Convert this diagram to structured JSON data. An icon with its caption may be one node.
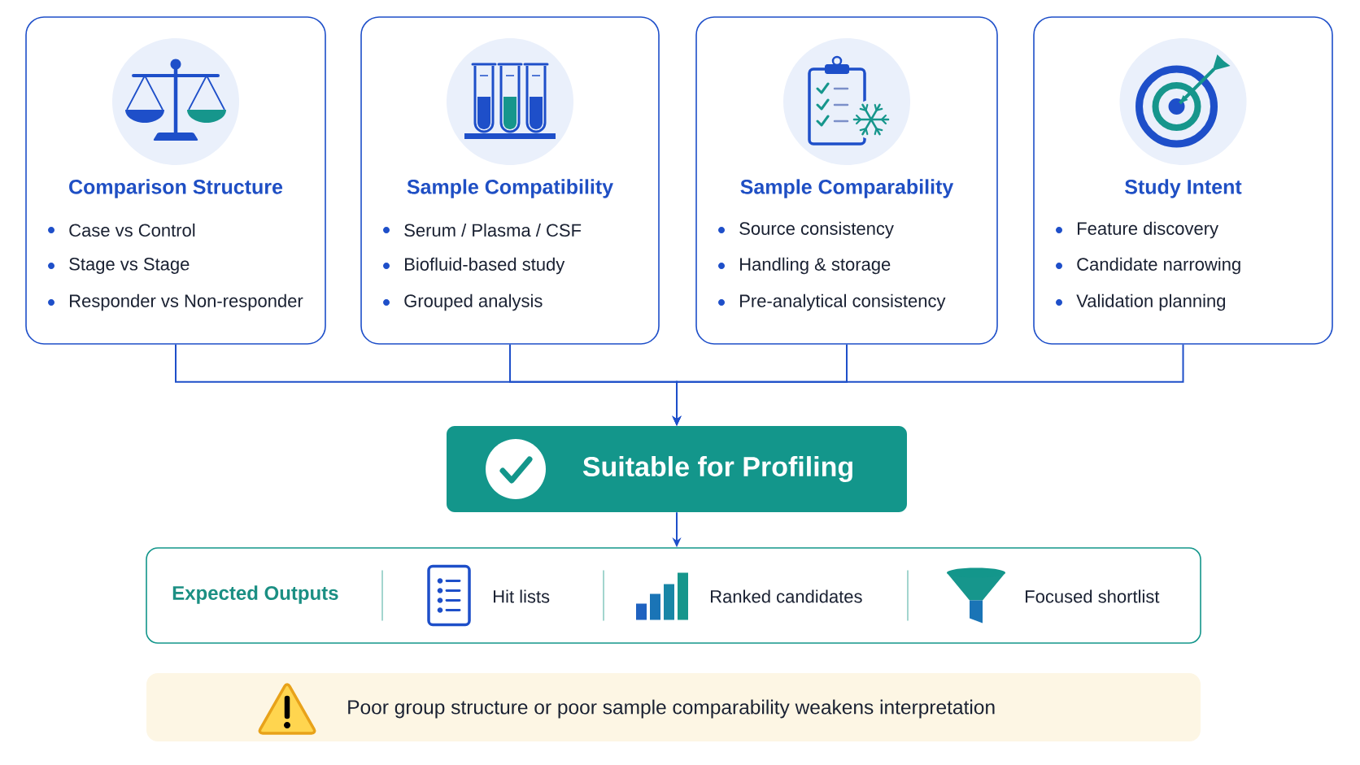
{
  "diagram": {
    "nodes": [
      {
        "text": [
          "Comparison Structure",
          "Case vs Control",
          "Stage vs Stage",
          "Responder vs Non-responder"
        ]
      },
      {
        "text": [
          "Sample Compatibility",
          "Serum / Plasma / CSF",
          "Biofluid-based study",
          "Grouped analysis"
        ]
      },
      {
        "text": [
          "Sample Comparability",
          "Source consistency",
          "Handling & storage",
          "Pre-analytical consistency"
        ]
      },
      {
        "text": [
          "Study Intent",
          "Feature discovery",
          "Candidate narrowing",
          "Validation planning"
        ]
      },
      {
        "text": [
          "Suitable for Profiling"
        ]
      },
      {
        "text": [
          "Expected Outputs",
          "Hit lists",
          "Ranked candidates",
          "Focused shortlist"
        ]
      },
      {
        "text": [
          "Poor group structure or poor sample comparability weakens interpretation"
        ]
      }
    ],
    "edges": [
      {
        "from": 0,
        "to": 4,
        "arrow": "to"
      },
      {
        "from": 1,
        "to": 4,
        "arrow": "to"
      },
      {
        "from": 2,
        "to": 4,
        "arrow": "to"
      },
      {
        "from": 3,
        "to": 4,
        "arrow": "to"
      },
      {
        "from": 4,
        "to": 5,
        "arrow": "to"
      }
    ]
  }
}
